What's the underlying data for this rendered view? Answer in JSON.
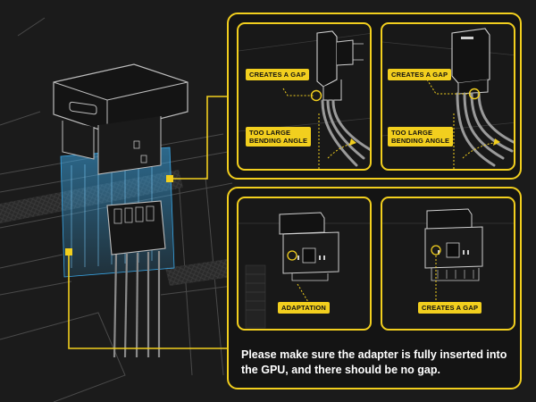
{
  "panels": {
    "top_left": {
      "label_gap": "CREATES A GAP",
      "label_bend": "TOO LARGE\nBENDING ANGLE"
    },
    "top_right": {
      "label_gap": "CREATES A GAP",
      "label_bend": "TOO LARGE\nBENDING ANGLE"
    },
    "bottom_left": {
      "label": "ADAPTATION"
    },
    "bottom_right": {
      "label": "CREATES A GAP"
    }
  },
  "caption": "Please make sure the adapter is fully inserted into the GPU, and there should be no gap.",
  "colors": {
    "accent": "#f2cf1e",
    "highlight": "#3aa8e8",
    "background": "#1b1b1b"
  }
}
